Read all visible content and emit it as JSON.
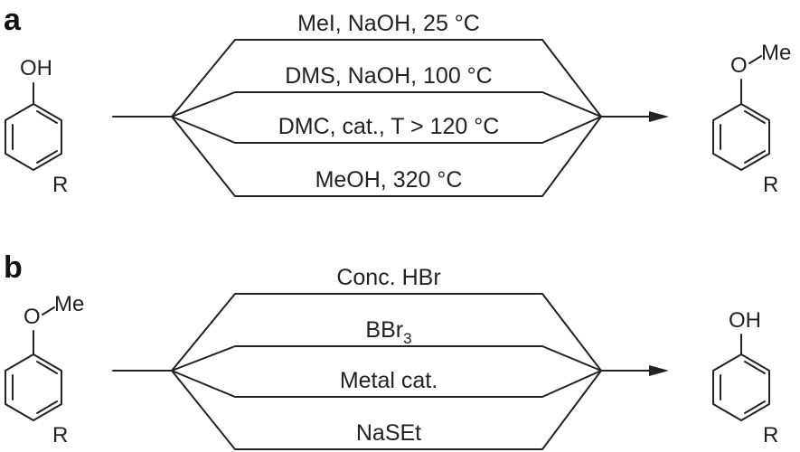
{
  "panels": [
    {
      "label": "a",
      "reactant": {
        "substituent": "OH",
        "ring_substituent": "R"
      },
      "product": {
        "oxygen": "O",
        "substituent": "Me",
        "ring_substituent": "R"
      },
      "conditions": [
        "MeI, NaOH, 25 °C",
        "DMS, NaOH, 100 °C",
        "DMC, cat., T > 120 °C",
        "MeOH, 320 °C"
      ]
    },
    {
      "label": "b",
      "reactant": {
        "oxygen": "O",
        "substituent": "Me",
        "ring_substituent": "R"
      },
      "product": {
        "substituent": "OH",
        "ring_substituent": "R"
      },
      "conditions": [
        "Conc. HBr",
        "BBr",
        "Metal cat.",
        "NaSEt"
      ],
      "condition_subscript": "3"
    }
  ]
}
